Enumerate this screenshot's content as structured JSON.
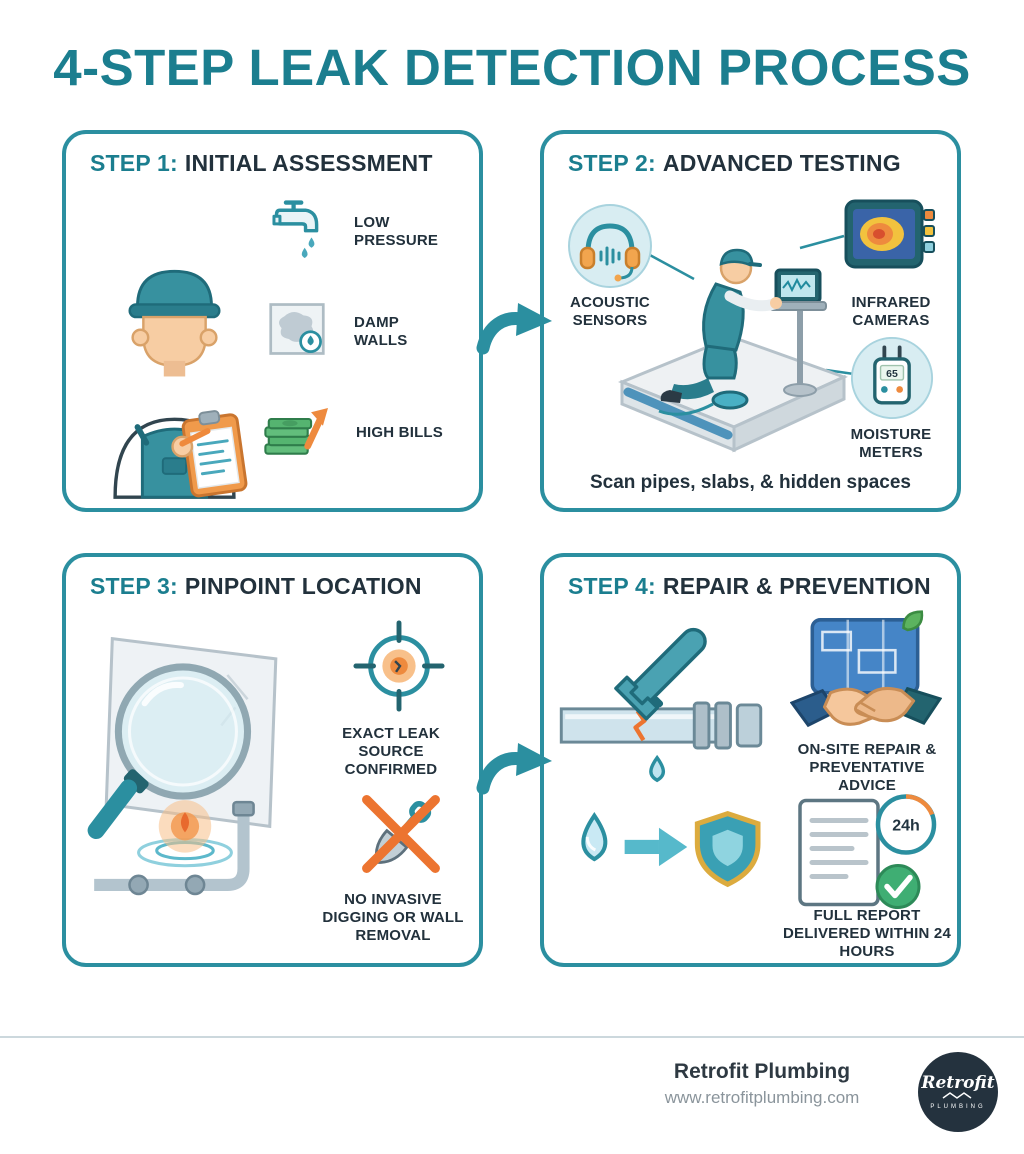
{
  "title": "4-STEP LEAK DETECTION PROCESS",
  "steps": [
    {
      "label": "STEP 1:",
      "name": "INITIAL ASSESSMENT",
      "items": [
        {
          "icon": "faucet-drip-icon",
          "label": "LOW PRESSURE"
        },
        {
          "icon": "damp-wall-icon",
          "label": "DAMP WALLS"
        },
        {
          "icon": "high-bills-icon",
          "label": "HIGH BILLS"
        }
      ]
    },
    {
      "label": "STEP 2:",
      "name": "ADVANCED TESTING",
      "items": [
        {
          "icon": "acoustic-sensor-icon",
          "label": "ACOUSTIC SENSORS"
        },
        {
          "icon": "infrared-camera-icon",
          "label": "INFRARED CAMERAS"
        },
        {
          "icon": "moisture-meter-icon",
          "label": "MOISTURE METERS"
        }
      ],
      "meter_reading": "65",
      "caption": "Scan pipes, slabs, & hidden spaces"
    },
    {
      "label": "STEP 3:",
      "name": "PINPOINT LOCATION",
      "items": [
        {
          "icon": "crosshair-target-icon",
          "label": "EXACT LEAK SOURCE CONFIRMED"
        },
        {
          "icon": "no-digging-icon",
          "label": "NO INVASIVE DIGGING OR WALL REMOVAL"
        }
      ]
    },
    {
      "label": "STEP 4:",
      "name": "REPAIR & PREVENTION",
      "items": [
        {
          "icon": "handshake-blueprint-icon",
          "label": "ON-SITE REPAIR & PREVENTATIVE ADVICE"
        },
        {
          "icon": "report-24h-icon",
          "label": "FULL REPORT DELIVERED WITHIN 24 HOURS"
        }
      ],
      "badge_24h": "24h"
    }
  ],
  "footer": {
    "brand": "Retrofit Plumbing",
    "website": "www.retrofitplumbing.com",
    "logo": {
      "script": "Retrofit",
      "sub": "PLUMBING"
    }
  },
  "colors": {
    "teal": "#1b7e8f",
    "teal_border": "#2b8fa0",
    "dark_text": "#22313c",
    "orange_accent": "#ee8a3e",
    "light_teal_bubble": "#d8edf2"
  }
}
